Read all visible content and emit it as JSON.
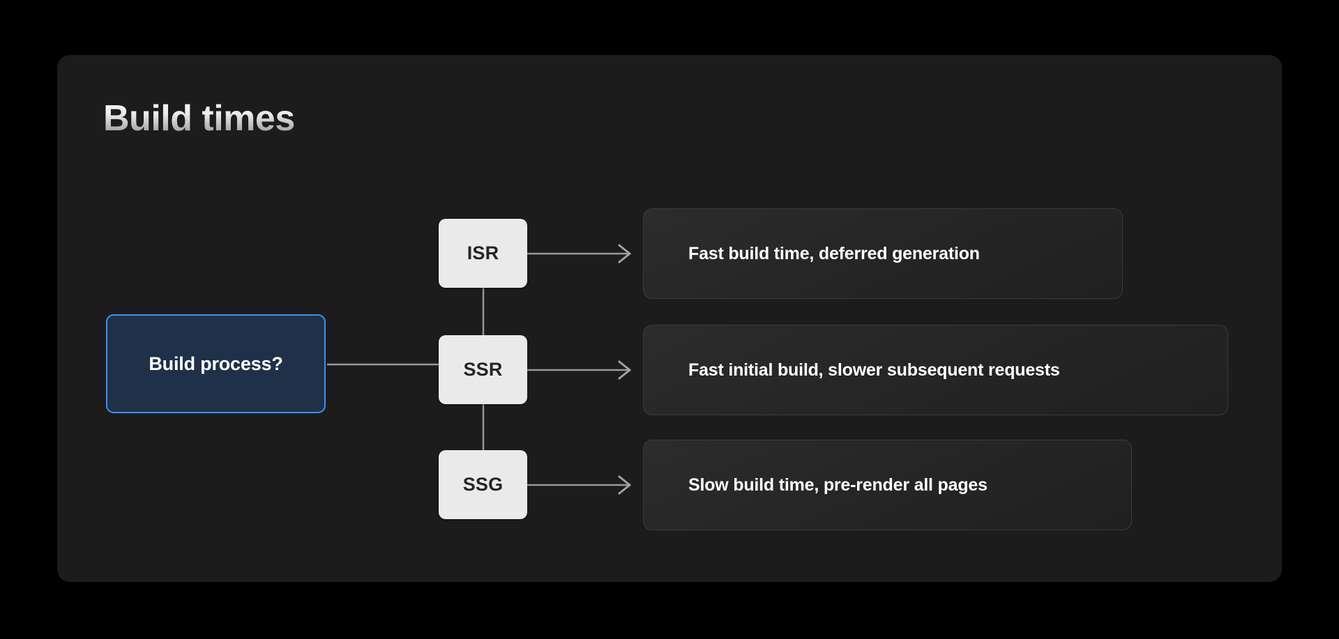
{
  "page": {
    "title": "Build times",
    "background_color": "#000000",
    "panel_color": "#1c1c1c"
  },
  "colors": {
    "accent_blue_border": "#3b92f5",
    "accent_blue_fill": "#1e3149",
    "node_fill": "#eaeaea",
    "node_text": "#252525",
    "edge": "#9a9a9a",
    "desc_border": "#3b3b3b",
    "desc_fill": "#262626",
    "title_gradient_from": "#fbfbfb",
    "title_gradient_to": "#8e8e8e"
  },
  "diagram": {
    "root": {
      "label": "Build process?"
    },
    "options": [
      {
        "label": "ISR",
        "description": "Fast build time, deferred generation"
      },
      {
        "label": "SSR",
        "description": "Fast initial build, slower subsequent requests"
      },
      {
        "label": "SSG",
        "description": "Slow build time, pre-render all pages"
      }
    ]
  }
}
